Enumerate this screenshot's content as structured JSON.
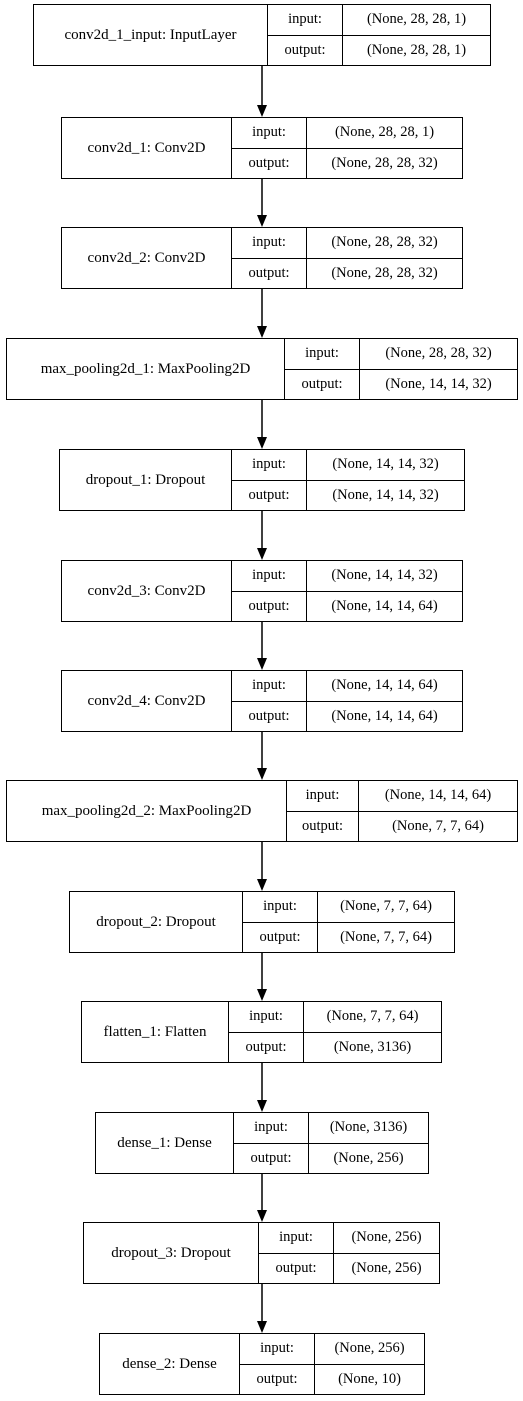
{
  "labels": {
    "input": "input:",
    "output": "output:"
  },
  "layers": [
    {
      "name": "conv2d_1_input: InputLayer",
      "input": "(None, 28, 28, 1)",
      "output": "(None, 28, 28, 1)"
    },
    {
      "name": "conv2d_1: Conv2D",
      "input": "(None, 28, 28, 1)",
      "output": "(None, 28, 28, 32)"
    },
    {
      "name": "conv2d_2: Conv2D",
      "input": "(None, 28, 28, 32)",
      "output": "(None, 28, 28, 32)"
    },
    {
      "name": "max_pooling2d_1: MaxPooling2D",
      "input": "(None, 28, 28, 32)",
      "output": "(None, 14, 14, 32)"
    },
    {
      "name": "dropout_1: Dropout",
      "input": "(None, 14, 14, 32)",
      "output": "(None, 14, 14, 32)"
    },
    {
      "name": "conv2d_3: Conv2D",
      "input": "(None, 14, 14, 32)",
      "output": "(None, 14, 14, 64)"
    },
    {
      "name": "conv2d_4: Conv2D",
      "input": "(None, 14, 14, 64)",
      "output": "(None, 14, 14, 64)"
    },
    {
      "name": "max_pooling2d_2: MaxPooling2D",
      "input": "(None, 14, 14, 64)",
      "output": "(None, 7, 7, 64)"
    },
    {
      "name": "dropout_2: Dropout",
      "input": "(None, 7, 7, 64)",
      "output": "(None, 7, 7, 64)"
    },
    {
      "name": "flatten_1: Flatten",
      "input": "(None, 7, 7, 64)",
      "output": "(None, 3136)"
    },
    {
      "name": "dense_1: Dense",
      "input": "(None, 3136)",
      "output": "(None, 256)"
    },
    {
      "name": "dropout_3: Dropout",
      "input": "(None, 256)",
      "output": "(None, 256)"
    },
    {
      "name": "dense_2: Dense",
      "input": "(None, 256)",
      "output": "(None, 10)"
    }
  ]
}
